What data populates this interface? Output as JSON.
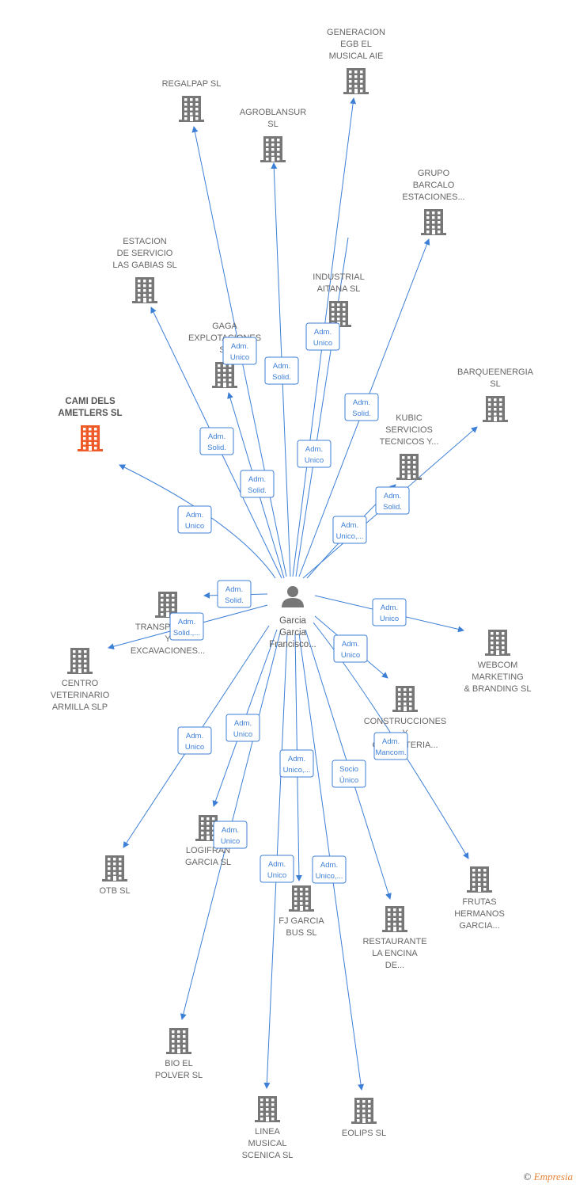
{
  "center": {
    "name_lines": [
      "Garcia",
      "Garcia",
      "Francisco..."
    ],
    "icon": "person-icon"
  },
  "nodes": [
    {
      "id": "regalpap",
      "lines": [
        "REGALPAP SL"
      ]
    },
    {
      "id": "generacion",
      "lines": [
        "GENERACION",
        "EGB EL",
        "MUSICAL AIE"
      ]
    },
    {
      "id": "agroblansur",
      "lines": [
        "AGROBLANSUR",
        "SL"
      ]
    },
    {
      "id": "grupo",
      "lines": [
        "GRUPO",
        "BARCALO",
        "ESTACIONES..."
      ]
    },
    {
      "id": "estacion",
      "lines": [
        "ESTACION",
        "DE SERVICIO",
        "LAS GABIAS SL"
      ]
    },
    {
      "id": "industrial",
      "lines": [
        "INDUSTRIAL",
        "AITANA SL"
      ]
    },
    {
      "id": "gaga",
      "lines": [
        "GAGA",
        "EXPLOTACIONES",
        "SL"
      ]
    },
    {
      "id": "barqueenergia",
      "lines": [
        "BARQUEENERGIA",
        "SL"
      ]
    },
    {
      "id": "cami",
      "lines": [
        "CAMI DELS",
        "AMETLERS SL"
      ],
      "highlight": true
    },
    {
      "id": "kubic",
      "lines": [
        "KUBIC",
        "SERVICIOS",
        "TECNICOS Y..."
      ]
    },
    {
      "id": "transportes",
      "lines": [
        "TRANSPORTES",
        "Y",
        "EXCAVACIONES..."
      ]
    },
    {
      "id": "centro",
      "lines": [
        "CENTRO",
        "VETERINARIO",
        "ARMILLA SLP"
      ]
    },
    {
      "id": "webcom",
      "lines": [
        "WEBCOM",
        "MARKETING",
        "& BRANDING SL"
      ]
    },
    {
      "id": "construcciones",
      "lines": [
        "CONSTRUCCIONES",
        "Y",
        "CARPINTERIA..."
      ]
    },
    {
      "id": "logifran",
      "lines": [
        "LOGIFRAN",
        "GARCIA SL"
      ]
    },
    {
      "id": "otb",
      "lines": [
        "OTB SL"
      ]
    },
    {
      "id": "fjgarcia",
      "lines": [
        "FJ GARCIA",
        "BUS SL"
      ]
    },
    {
      "id": "restaurante",
      "lines": [
        "RESTAURANTE",
        "LA ENCINA",
        "DE..."
      ]
    },
    {
      "id": "frutas",
      "lines": [
        "FRUTAS",
        "HERMANOS",
        "GARCIA..."
      ]
    },
    {
      "id": "bioel",
      "lines": [
        "BIO EL",
        "POLVER SL"
      ]
    },
    {
      "id": "linea",
      "lines": [
        "LINEA",
        "MUSICAL",
        "SCENICA SL"
      ]
    },
    {
      "id": "eolips",
      "lines": [
        "EOLIPS SL"
      ]
    }
  ],
  "relations": [
    {
      "target": "regalpap",
      "lines": [
        "Adm.",
        "Unico"
      ]
    },
    {
      "target": "agroblansur",
      "lines": [
        "Adm.",
        "Solid."
      ]
    },
    {
      "target": "generacion",
      "lines": [
        "Adm.",
        "Unico"
      ]
    },
    {
      "target": "generacion",
      "lines": [
        "Adm.",
        "Unico"
      ]
    },
    {
      "target": "grupo",
      "lines": [
        "Adm.",
        "Solid."
      ]
    },
    {
      "target": "estacion",
      "lines": [
        "Adm.",
        "Solid."
      ]
    },
    {
      "target": "gaga",
      "lines": [
        "Adm.",
        "Solid."
      ]
    },
    {
      "target": "cami",
      "lines": [
        "Adm.",
        "Unico"
      ]
    },
    {
      "target": "barqueenergia",
      "lines": [
        "Adm.",
        "Solid."
      ]
    },
    {
      "target": "kubic",
      "lines": [
        "Adm.",
        "Unico,..."
      ]
    },
    {
      "target": "transportes",
      "lines": [
        "Adm.",
        "Solid."
      ]
    },
    {
      "target": "centro",
      "lines": [
        "Adm.",
        "Solid.,..."
      ]
    },
    {
      "target": "webcom",
      "lines": [
        "Adm.",
        "Unico"
      ]
    },
    {
      "target": "construcciones",
      "lines": [
        "Adm.",
        "Unico"
      ]
    },
    {
      "target": "frutas",
      "lines": [
        "Adm.",
        "Mancom."
      ]
    },
    {
      "target": "otb",
      "lines": [
        "Adm.",
        "Unico"
      ]
    },
    {
      "target": "logifran",
      "lines": [
        "Adm.",
        "Unico"
      ]
    },
    {
      "target": "bioel",
      "lines": [
        "Adm.",
        "Unico"
      ]
    },
    {
      "target": "fjgarcia",
      "lines": [
        "Adm.",
        "Unico,..."
      ]
    },
    {
      "target": "restaurante",
      "lines": [
        "Socio",
        "Único"
      ]
    },
    {
      "target": "linea",
      "lines": [
        "Adm.",
        "Unico"
      ]
    },
    {
      "target": "eolips",
      "lines": [
        "Adm.",
        "Unico,..."
      ]
    }
  ],
  "colors": {
    "edge": "#3d7fd6",
    "node": "#777777",
    "highlight": "#f05a28",
    "center": "#777777"
  },
  "footer": {
    "copyright": "©",
    "brand": "Empresia"
  }
}
